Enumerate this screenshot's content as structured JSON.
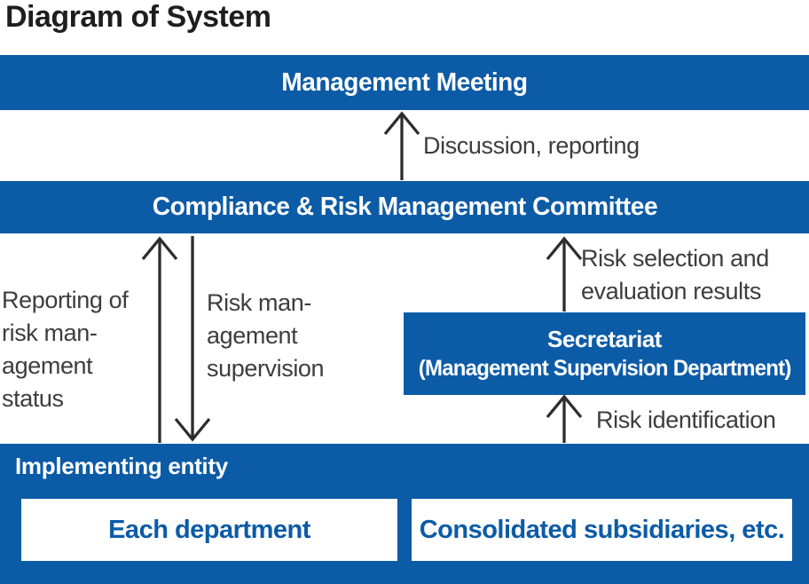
{
  "title": "Diagram of System",
  "colors": {
    "box_blue": "#0c5ba7",
    "box_text_blue": "#0c5ba7",
    "banner_text": "#ffffff",
    "label_text": "#3d3d3d",
    "arrow": "#2d2d2d"
  },
  "nodes": {
    "management_meeting": "Management Meeting",
    "committee": "Compliance & Risk Management Committee",
    "secretariat_line1": "Secretariat",
    "secretariat_line2": "(Management Supervision Department)",
    "implementing_entity": "Implementing entity",
    "each_department": "Each department",
    "consolidated_subsidiaries": "Consolidated subsidiaries, etc."
  },
  "labels": {
    "discussion_reporting": "Discussion, reporting",
    "reporting_status": "Reporting of\nrisk man-\nagement\nstatus",
    "risk_supervision": "Risk man-\nagement\nsupervision",
    "risk_selection": "Risk selection and\nevaluation results",
    "risk_identification": "Risk identification"
  }
}
